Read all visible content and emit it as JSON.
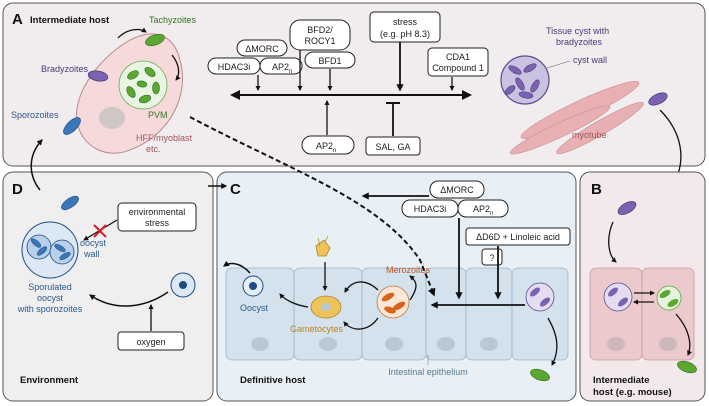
{
  "panels": {
    "A": {
      "letter": "A",
      "title": "Intermediate host"
    },
    "B": {
      "letter": "B",
      "title_line1": "Intermediate",
      "title_line2": "host (e.g. mouse)"
    },
    "C": {
      "letter": "C",
      "title": "Definitive host"
    },
    "D": {
      "letter": "D",
      "title": "Environment"
    }
  },
  "labels": {
    "tachyzoites": "Tachyzoites",
    "bradyzoites": "Bradyzoites",
    "sporozoites": "Sporozoites",
    "pvm": "PVM",
    "hff_line1": "HFF/myoblast",
    "hff_line2": "etc.",
    "tissue_cyst_line1": "Tissue cyst with",
    "tissue_cyst_line2": "bradyzoites",
    "cyst_wall": "cyst wall",
    "myotube": "myotube",
    "merozoites": "Merozoites",
    "oocyst": "Oocyst",
    "gametocytes": "Gametocytes",
    "intestinal_epithelium": "Intestinal epithelium",
    "oocyst_wall_line1": "oocyst",
    "oocyst_wall_line2": "wall",
    "sporulated_line1": "Sporulated",
    "sporulated_line2": "oocyst",
    "sporulated_line3": "with sporozoites"
  },
  "boxes": {
    "amorc_a": "ΔMORC",
    "hdac3i_a": "HDAC3i",
    "ap2n_a": "AP2",
    "bfd2_line1": "BFD2/",
    "bfd2_line2": "ROCY1",
    "bfd1": "BFD1",
    "stress_line1": "stress",
    "stress_line2": "(e.g. pH 8.3)",
    "cda1_line1": "CDA1",
    "cda1_line2": "Compound 1",
    "ap2n_inhibit": "AP2",
    "sal_ga": "SAL, GA",
    "amorc_c": "ΔMORC",
    "hdac3i_c": "HDAC3i",
    "ap2n_c": "AP2",
    "d6d": "ΔD6D + Linoleic acid",
    "unknown": "?",
    "env_stress_line1": "environmental",
    "env_stress_line2": "stress",
    "oxygen": "oxygen",
    "subscript_n": "n"
  },
  "colors": {
    "panel_bg": "#f1eced",
    "panel_c_bg": "#e9f0f5",
    "panel_d_bg": "#efefef",
    "panel_b_bg": "#f3e9ea",
    "tachyzoite_green": "#5aa832",
    "brady_purple": "#7b62b0",
    "sporo_blue": "#3a77b8",
    "merozoite_orange": "#d9621c",
    "gametocyte_yellow": "#eec45a",
    "host_cell_pink": "#f6d9da",
    "inhibit_red": "#d6202a"
  }
}
